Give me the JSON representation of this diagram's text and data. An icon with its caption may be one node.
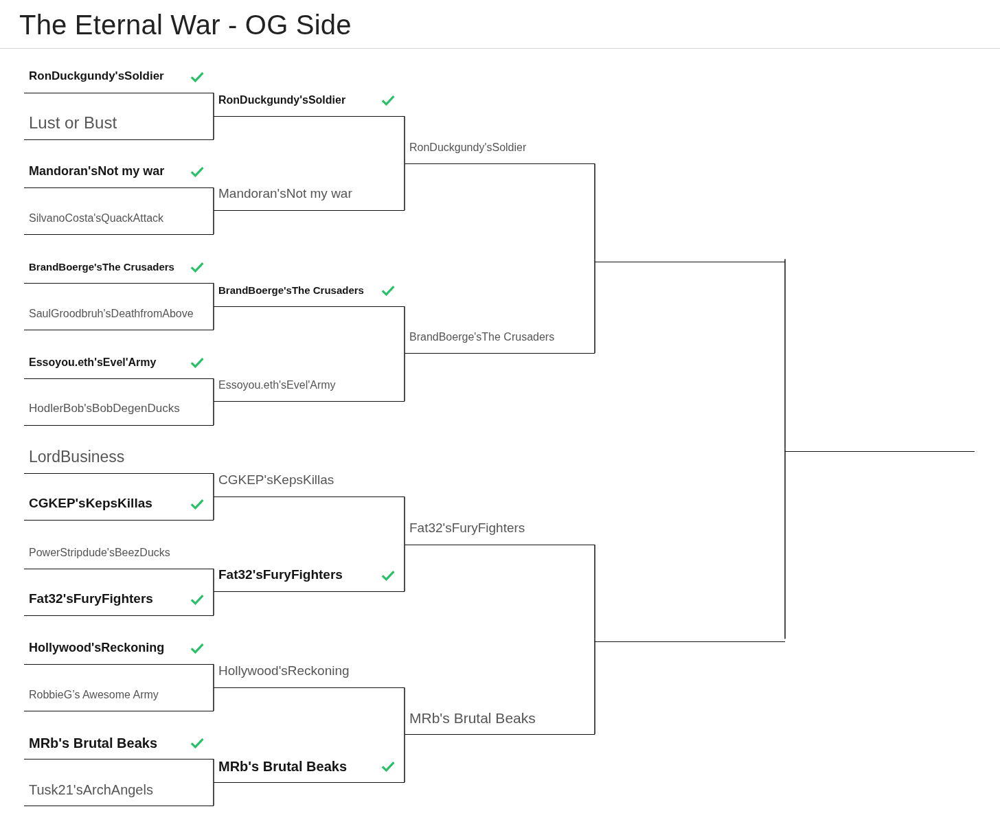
{
  "diagram": {
    "title": "The Eternal War - OG Side",
    "nodes": [
      {
        "text": [
          "RonDuckgundy'sSoldier"
        ]
      },
      {
        "text": [
          "Lust or Bust"
        ]
      },
      {
        "text": [
          "Mandoran'sNot my war"
        ]
      },
      {
        "text": [
          "SilvanoCosta'sQuackAttack"
        ]
      },
      {
        "text": [
          "BrandBoerge'sThe Crusaders"
        ]
      },
      {
        "text": [
          "SaulGroodbruh'sDeathfromAbove"
        ]
      },
      {
        "text": [
          "Essoyou.eth'sEvel'Army"
        ]
      },
      {
        "text": [
          "HodlerBob'sBobDegenDucks"
        ]
      },
      {
        "text": [
          "LordBusiness"
        ]
      },
      {
        "text": [
          "CGKEP'sKepsKillas"
        ]
      },
      {
        "text": [
          "PowerStripdude'sBeezDucks"
        ]
      },
      {
        "text": [
          "Fat32'sFuryFighters"
        ]
      },
      {
        "text": [
          "Hollywood'sReckoning"
        ]
      },
      {
        "text": [
          "RobbieG’s Awesome Army"
        ]
      },
      {
        "text": [
          "MRb's Brutal Beaks"
        ]
      },
      {
        "text": [
          "Tusk21'sArchAngels"
        ]
      },
      {
        "text": [
          "RonDuckgundy'sSoldier"
        ]
      },
      {
        "text": [
          "Mandoran'sNot my war"
        ]
      },
      {
        "text": [
          "BrandBoerge'sThe Crusaders"
        ]
      },
      {
        "text": [
          "Essoyou.eth'sEvel'Army"
        ]
      },
      {
        "text": [
          "CGKEP'sKepsKillas"
        ]
      },
      {
        "text": [
          "Fat32'sFuryFighters"
        ]
      },
      {
        "text": [
          "Hollywood'sReckoning"
        ]
      },
      {
        "text": [
          "MRb's Brutal Beaks"
        ]
      },
      {
        "text": [
          "RonDuckgundy'sSoldier"
        ]
      },
      {
        "text": [
          "BrandBoerge'sThe Crusaders"
        ]
      },
      {
        "text": [
          "Fat32'sFuryFighters"
        ]
      },
      {
        "text": [
          "MRb's Brutal Beaks"
        ]
      },
      {
        "text": [],
        "shape": "line"
      },
      {
        "text": [],
        "shape": "line"
      },
      {
        "text": [],
        "shape": "line"
      }
    ],
    "edges": [
      {
        "from": 0,
        "to": 16,
        "arrow": "none"
      },
      {
        "from": 1,
        "to": 16,
        "arrow": "none"
      },
      {
        "from": 2,
        "to": 17,
        "arrow": "none"
      },
      {
        "from": 3,
        "to": 17,
        "arrow": "none"
      },
      {
        "from": 4,
        "to": 18,
        "arrow": "none"
      },
      {
        "from": 5,
        "to": 18,
        "arrow": "none"
      },
      {
        "from": 6,
        "to": 19,
        "arrow": "none"
      },
      {
        "from": 7,
        "to": 19,
        "arrow": "none"
      },
      {
        "from": 8,
        "to": 20,
        "arrow": "none"
      },
      {
        "from": 9,
        "to": 20,
        "arrow": "none"
      },
      {
        "from": 10,
        "to": 21,
        "arrow": "none"
      },
      {
        "from": 11,
        "to": 21,
        "arrow": "none"
      },
      {
        "from": 12,
        "to": 22,
        "arrow": "none"
      },
      {
        "from": 13,
        "to": 22,
        "arrow": "none"
      },
      {
        "from": 14,
        "to": 23,
        "arrow": "none"
      },
      {
        "from": 15,
        "to": 23,
        "arrow": "none"
      },
      {
        "from": 16,
        "to": 24,
        "arrow": "none"
      },
      {
        "from": 17,
        "to": 24,
        "arrow": "none"
      },
      {
        "from": 18,
        "to": 25,
        "arrow": "none"
      },
      {
        "from": 19,
        "to": 25,
        "arrow": "none"
      },
      {
        "from": 20,
        "to": 26,
        "arrow": "none"
      },
      {
        "from": 21,
        "to": 26,
        "arrow": "none"
      },
      {
        "from": 22,
        "to": 27,
        "arrow": "none"
      },
      {
        "from": 23,
        "to": 27,
        "arrow": "none"
      },
      {
        "from": 24,
        "to": 28,
        "arrow": "none"
      },
      {
        "from": 25,
        "to": 28,
        "arrow": "none"
      },
      {
        "from": 26,
        "to": 29,
        "arrow": "none"
      },
      {
        "from": 27,
        "to": 29,
        "arrow": "none"
      },
      {
        "from": 28,
        "to": 30,
        "arrow": "none"
      },
      {
        "from": 29,
        "to": 30,
        "arrow": "none"
      }
    ]
  }
}
